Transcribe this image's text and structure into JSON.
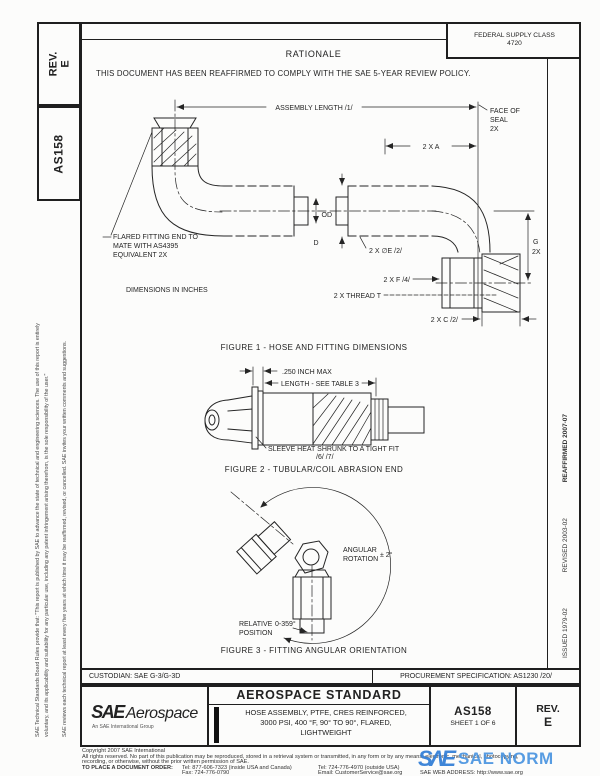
{
  "page": {
    "rev_label": "REV.",
    "rev_value": "E",
    "doc_number": "AS158",
    "fsc_label": "FEDERAL SUPPLY CLASS",
    "fsc_value": "4720",
    "rationale_heading": "RATIONALE",
    "rationale_body": "THIS DOCUMENT HAS BEEN REAFFIRMED TO COMPLY WITH THE SAE 5-YEAR REVIEW POLICY."
  },
  "margins": {
    "left_line1": "SAE Technical Standards Board Rules provide that: \"This report is published by SAE to advance the state of technical and engineering sciences. The use of this report is entirely",
    "left_line2": "voluntary, and its applicability and suitability for any particular use, including any patent infringement arising therefrom, is the sole responsibility of the user.\"",
    "left_line3": "SAE reviews each technical report at least every five years at which time it may be reaffirmed, revised, or cancelled. SAE invites your written comments and suggestions.",
    "issued": "ISSUED 1979-02",
    "revised": "REVISED 2003-02",
    "reaffirmed": "REAFFIRMED 2007-07"
  },
  "fig1": {
    "caption": "FIGURE 1 - HOSE AND FITTING DIMENSIONS",
    "labels": {
      "assembly_length": "ASSEMBLY LENGTH /1/",
      "face_of_seal_1": "FACE OF",
      "face_of_seal_2": "SEAL",
      "face_of_seal_3": "2X",
      "dim_2xa": "2 X A",
      "od": "OD",
      "d": "D",
      "dim_e": "2 X ∅E /2/",
      "dim_g": "G",
      "dim_g2x": "2X",
      "dim_f": "2 X F /4/",
      "thread": "2 X THREAD T",
      "dim_c": "2 X C /2/",
      "flared_1": "FLARED FITTING END TO",
      "flared_2": "MATE WITH AS4395",
      "flared_3": "EQUIVALENT 2X",
      "units_note": "DIMENSIONS IN INCHES"
    }
  },
  "fig2": {
    "caption": "FIGURE 2 - TUBULAR/COIL ABRASION END",
    "labels": {
      "max_gap": ".250 INCH MAX",
      "length": "LENGTH - SEE TABLE 3",
      "sleeve_1": "SLEEVE HEAT SHRUNK TO A TIGHT FIT",
      "sleeve_2": "/6/  /7/"
    }
  },
  "fig3": {
    "caption": "FIGURE 3 - FITTING ANGULAR ORIENTATION",
    "labels": {
      "angular_1": "ANGULAR",
      "angular_2": "ROTATION",
      "angular_tol": "± 2°",
      "relative_1": "RELATIVE",
      "relative_2": "POSITION",
      "relative_range": "0-359°"
    }
  },
  "title_block": {
    "custodian": "CUSTODIAN: SAE G-3/G-3D",
    "procurement": "PROCUREMENT SPECIFICATION: AS1230 /20/",
    "logo_sae": "SAE",
    "logo_aerospace": "Aerospace",
    "logo_tagline": "An SAE International Group",
    "standard_kind": "AEROSPACE STANDARD",
    "title_1": "HOSE ASSEMBLY, PTFE, CRES REINFORCED,",
    "title_2": "3000 PSI, 400 °F, 90° TO 90°, FLARED,",
    "title_3": "LIGHTWEIGHT",
    "doc_number": "AS158",
    "sheet": "SHEET 1 OF 6",
    "rev_label": "REV.",
    "rev_value": "E"
  },
  "footer": {
    "copyright": "Copyright 2007 SAE International",
    "rights_1": "All rights reserved. No part of this publication may be reproduced, stored in a retrieval system or transmitted, in any form or by any means, electronic, mechanical, photocopying,",
    "rights_2": "recording, or otherwise, without the prior written permission of SAE.",
    "order_label": "TO PLACE A DOCUMENT ORDER:",
    "tel_inside": "Tel: 877-606-7323 (inside USA and Canada)",
    "fax": "Fax: 724-776-0790",
    "tel_outside": "Tel: 724-776-4970 (outside USA)",
    "email": "Email: CustomerService@sae.org",
    "web": "SAE WEB ADDRESS: http://www.sae.org"
  },
  "watermark": {
    "logo": "SΛE",
    "name": "SAE NORM",
    "logo_color": "#2f7cd6",
    "name_color": "#4a94e0"
  }
}
